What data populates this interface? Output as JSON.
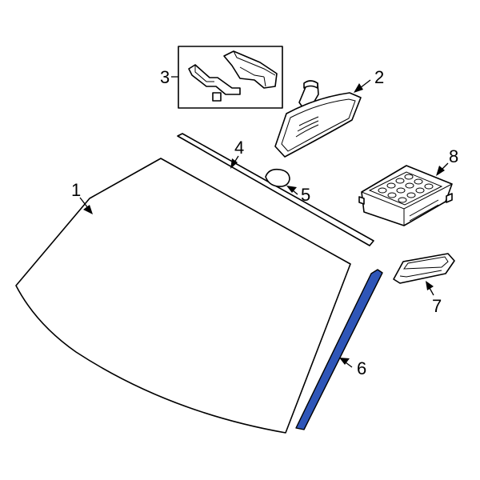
{
  "colors": {
    "highlight": "#2f56b8",
    "line": "#000000",
    "background": "#ffffff"
  },
  "callouts": {
    "windshield": "1",
    "mirror": "2",
    "bracket_set": "3",
    "upper_molding": "4",
    "sensor": "5",
    "side_molding": "6",
    "lamp": "7",
    "module": "8"
  }
}
